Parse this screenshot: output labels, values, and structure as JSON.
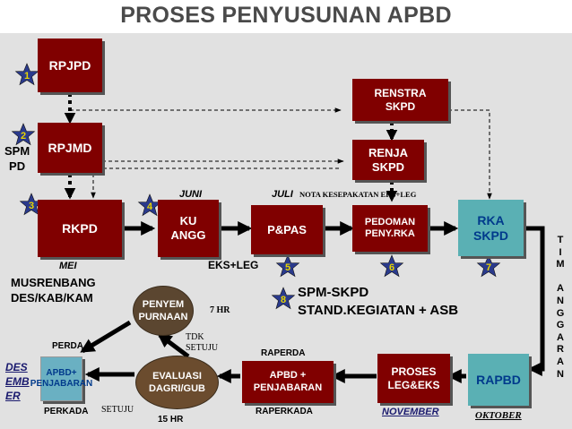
{
  "title": "PROSES PENYUSUNAN APBD",
  "colors": {
    "box": "#800000",
    "box_light": "#5ab0b4",
    "ellipse": "#5b4630",
    "star_blue": "#2a3a8c",
    "star_yellow": "#e7d400",
    "arrow": "#000000"
  },
  "boxes": {
    "rpjpd": "RPJPD",
    "rpjmd": "RPJMD",
    "rkpd": "RKPD",
    "kuangg": "KU\nANGG",
    "ppas": "P&PAS",
    "renstra": "RENSTRA\nSKPD",
    "renja": "RENJA\nSKPD",
    "pedoman": "PEDOMAN\nPENY.RKA",
    "rka": "RKA\nSKPD",
    "rapbd": "RAPBD",
    "proses": "PROSES\nLEG&EKS",
    "apbd_penj": "APBD +\nPENJABARAN",
    "evaluasi": "EVALUASI\nDAGRI/GUB",
    "apbd_plus": "APBD+\nPENJABARAN"
  },
  "ellipse": "PENYEM\nPURNAAN",
  "labels": {
    "spm_pd": "SPM\nPD",
    "juni": "JUNI",
    "juli": "JULI",
    "nota": "NOTA KESEPAKATAN EKS+LEG",
    "mei": "MEI",
    "musrenbang": "MUSRENBANG\nDES/KAB/KAM",
    "eks_leg": "EKS+LEG",
    "spm_skpd": "SPM-SKPD",
    "stand": "STAND.KEGIATAN + ASB",
    "tujuh_hr": "7 HR",
    "tdk_setuju": "TDK\nSETUJU",
    "perda": "PERDA",
    "raperda": "RAPERDA",
    "des_emb_er": "DES\nEMB\nER",
    "perkada": "PERKADA",
    "setuju": "SETUJU",
    "limabelas_hr": "15 HR",
    "raperkada": "RAPERKADA",
    "november": "NOVEMBER",
    "oktober": "OKTOBER",
    "timanggaran": [
      "T",
      "I",
      "M",
      "",
      "A",
      "N",
      "G",
      "G",
      "A",
      "R",
      "A",
      "N"
    ]
  },
  "stars": [
    "1",
    "2",
    "3",
    "4",
    "5",
    "6",
    "7",
    "8"
  ]
}
